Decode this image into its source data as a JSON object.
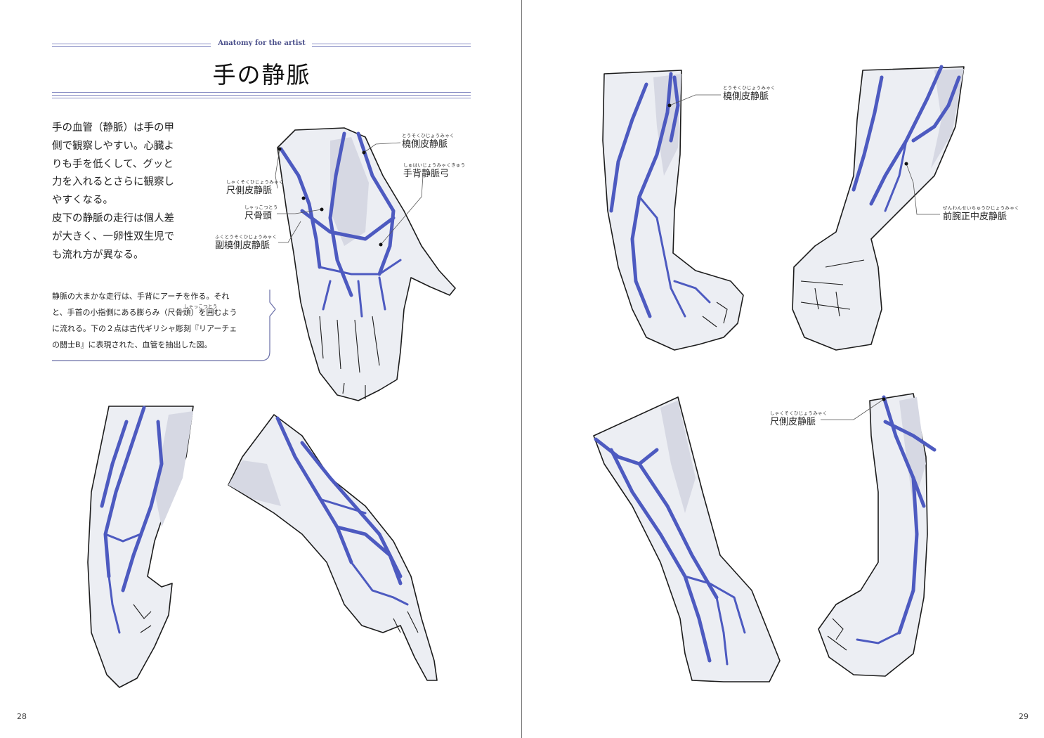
{
  "header": {
    "kicker": "Anatomy for the artist",
    "title": "手の静脈"
  },
  "body": {
    "lines": [
      "手の血管（静脈）は手の甲",
      "側で観察しやすい。心臓よ",
      "りも手を低くして、グッと",
      "力を入れるとさらに観察し",
      "やすくなる。",
      "皮下の静脈の走行は個人差",
      "が大きく、一卵性双生児で",
      "も流れ方が異なる。"
    ]
  },
  "note": {
    "lines": [
      "静脈の大まかな走行は、手背にアーチを作る。それ",
      "と、手首の小指側にある膨らみ（尺骨頭）を囲むよう",
      "に流れる。下の２点は古代ギリシャ彫刻『リアーチェ",
      "の闘士B』に表現された、血管を抽出した図。"
    ],
    "ruby": "しゃっこつとう"
  },
  "labels": {
    "radial_cephalic": {
      "text": "橈側皮静脈",
      "ruby": "とうそくひじょうみゃく"
    },
    "dorsal_arch": {
      "text": "手背静脈弓",
      "ruby": "しゅはいじょうみゃくきゅう"
    },
    "ulnar_basilic": {
      "text": "尺側皮静脈",
      "ruby": "しゃくそくひじょうみゃく"
    },
    "ulnar_head": {
      "text": "尺骨頭",
      "ruby": "しゃっこつとう"
    },
    "accessory_cephalic": {
      "text": "副橈側皮静脈",
      "ruby": "ふくとうそくひじょうみゃく"
    },
    "right_radial_cephalic": {
      "text": "橈側皮静脈",
      "ruby": "とうそくひじょうみゃく"
    },
    "median_antebrachial": {
      "text": "前腕正中皮静脈",
      "ruby": "ぜんわんせいちゅうひじょうみゃく"
    },
    "right_ulnar_basilic": {
      "text": "尺側皮静脈",
      "ruby": "しゃくそくひじょうみゃく"
    }
  },
  "page_numbers": {
    "left": "28",
    "right": "29"
  },
  "colors": {
    "vein": "#4d5ac0",
    "rule": "#8a8fc6",
    "skin": "#eceef3",
    "shade": "#d6d8e3"
  }
}
